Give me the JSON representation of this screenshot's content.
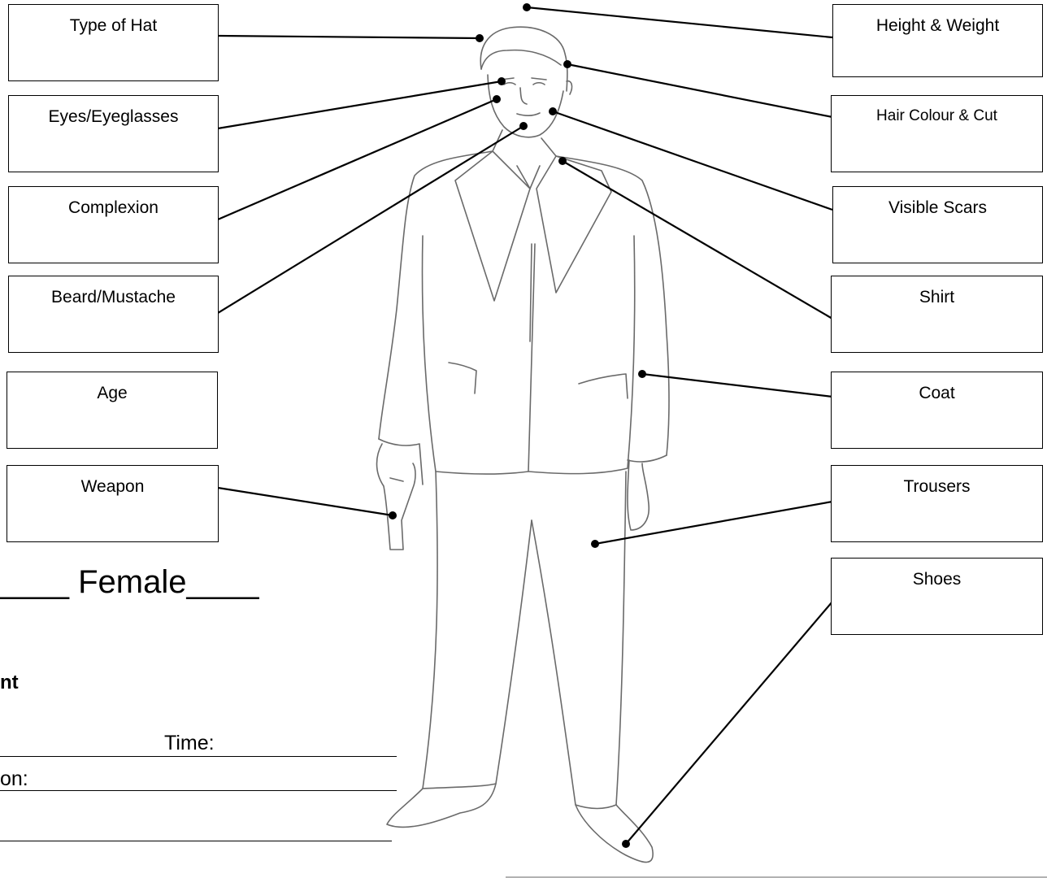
{
  "left_labels": [
    "Type of Hat",
    "Eyes/Eyeglasses",
    "Complexion",
    "Beard/Mustache",
    "Age",
    "Weapon"
  ],
  "right_labels": [
    "Height & Weight",
    "Hair Colour & Cut",
    "Visible Scars",
    "Shirt",
    "Coat",
    "Trousers",
    "Shoes"
  ],
  "form": {
    "gender_line": "____ Female____",
    "heading_fragment": "nt",
    "time_label": "Time:",
    "location_fragment": "on:"
  }
}
